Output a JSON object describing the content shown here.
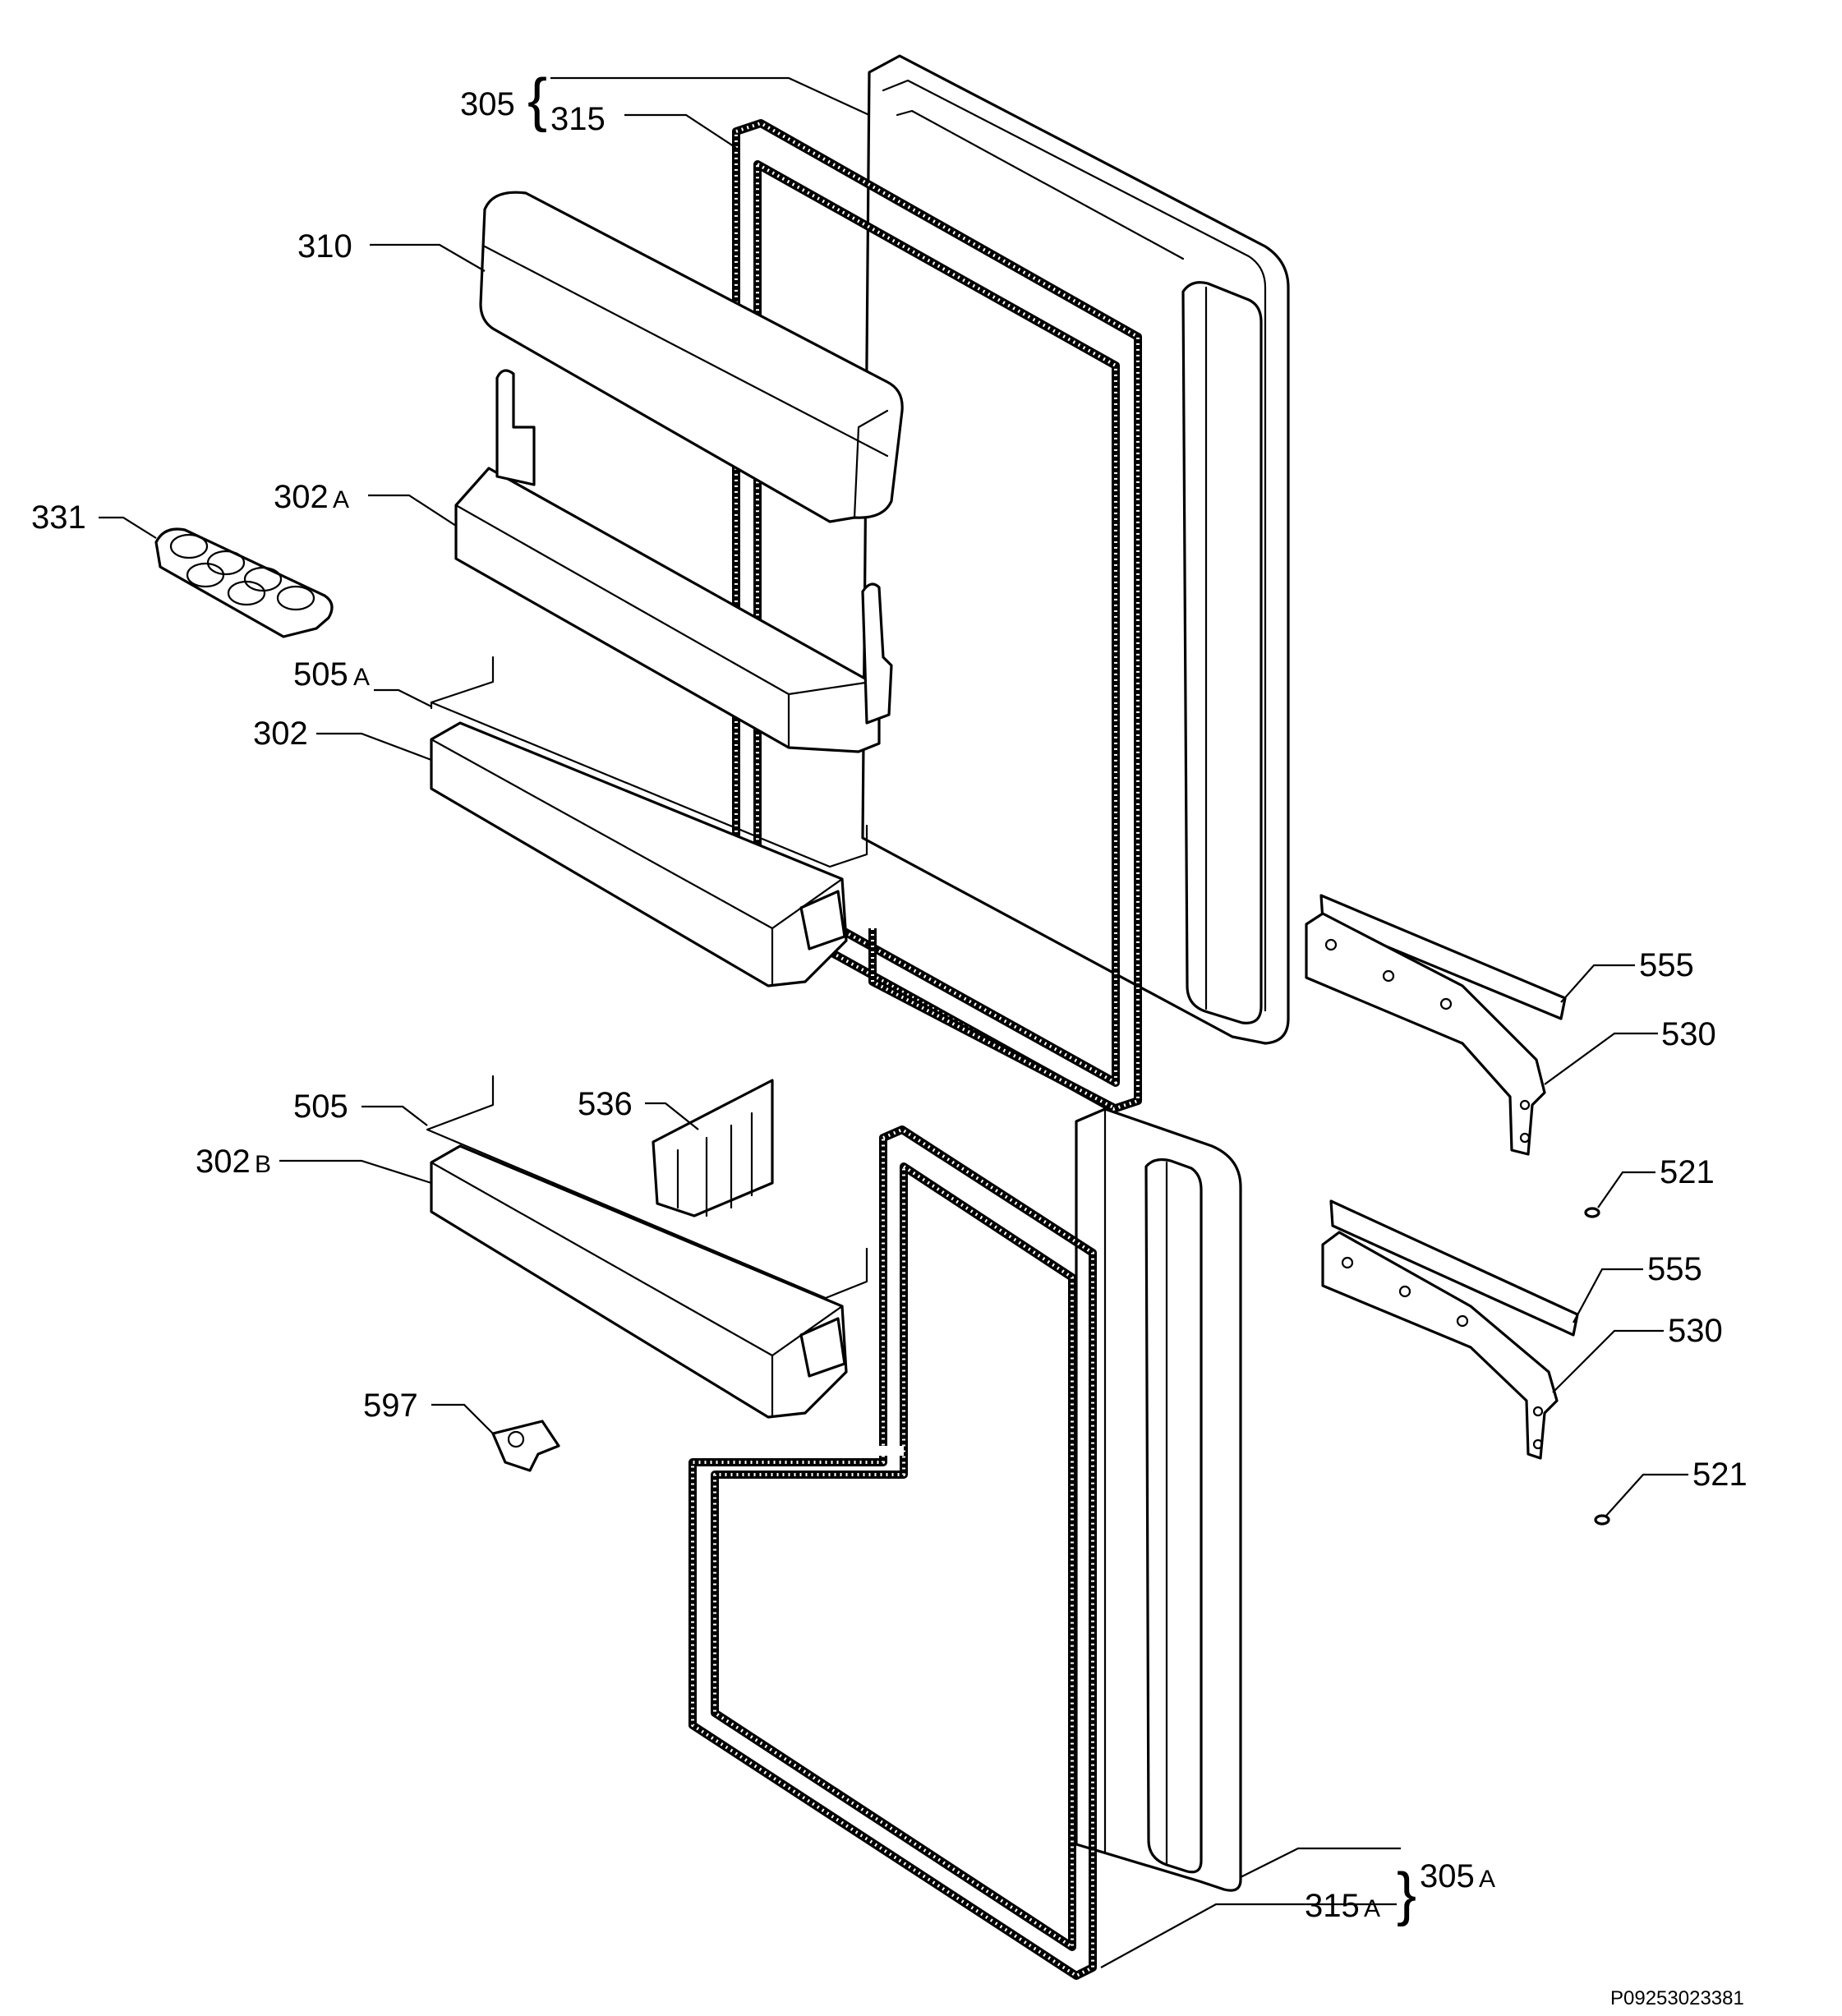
{
  "labels": {
    "l305": "305",
    "l315": "315",
    "l310": "310",
    "l302A": "302",
    "l302A_sub": "A",
    "l331": "331",
    "l505A": "505",
    "l505A_sub": "A",
    "l302": "302",
    "l555a": "555",
    "l530a": "530",
    "l505": "505",
    "l536": "536",
    "l302B": "302",
    "l302B_sub": "B",
    "l521a": "521",
    "l555b": "555",
    "l530b": "530",
    "l597": "597",
    "l521b": "521",
    "l305A": "305",
    "l305A_sub": "A",
    "l315A": "315",
    "l315A_sub": "A"
  },
  "drawing_code": "P09253023381"
}
